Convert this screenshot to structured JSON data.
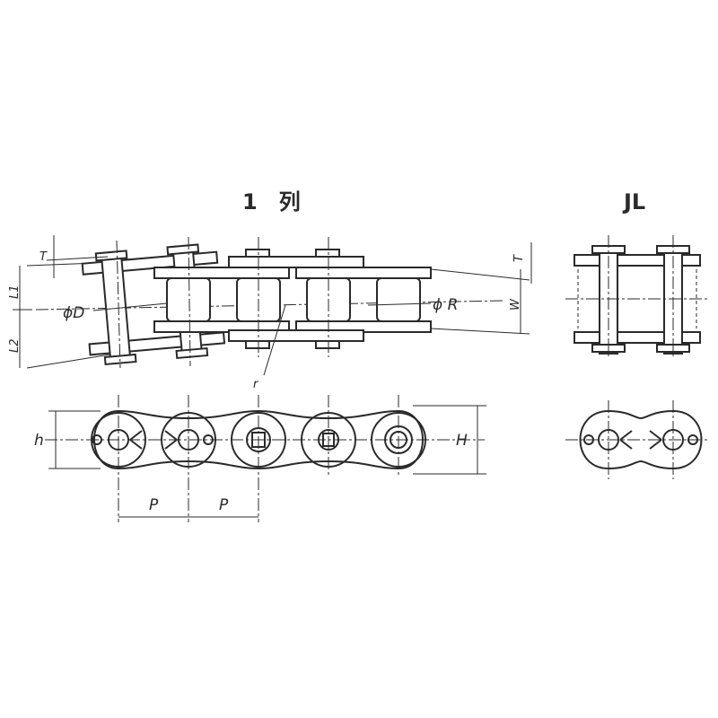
{
  "titles": {
    "single_row": "1　列",
    "joint_link": "JL"
  },
  "dimensions": {
    "T_left": "T",
    "T_right": "T",
    "L1": "L1",
    "L2": "L2",
    "phi_D": "ϕD",
    "phi_R": "ϕ R",
    "W": "W",
    "r": "r",
    "h": "h",
    "H": "H",
    "P1": "P",
    "P2": "P"
  }
}
